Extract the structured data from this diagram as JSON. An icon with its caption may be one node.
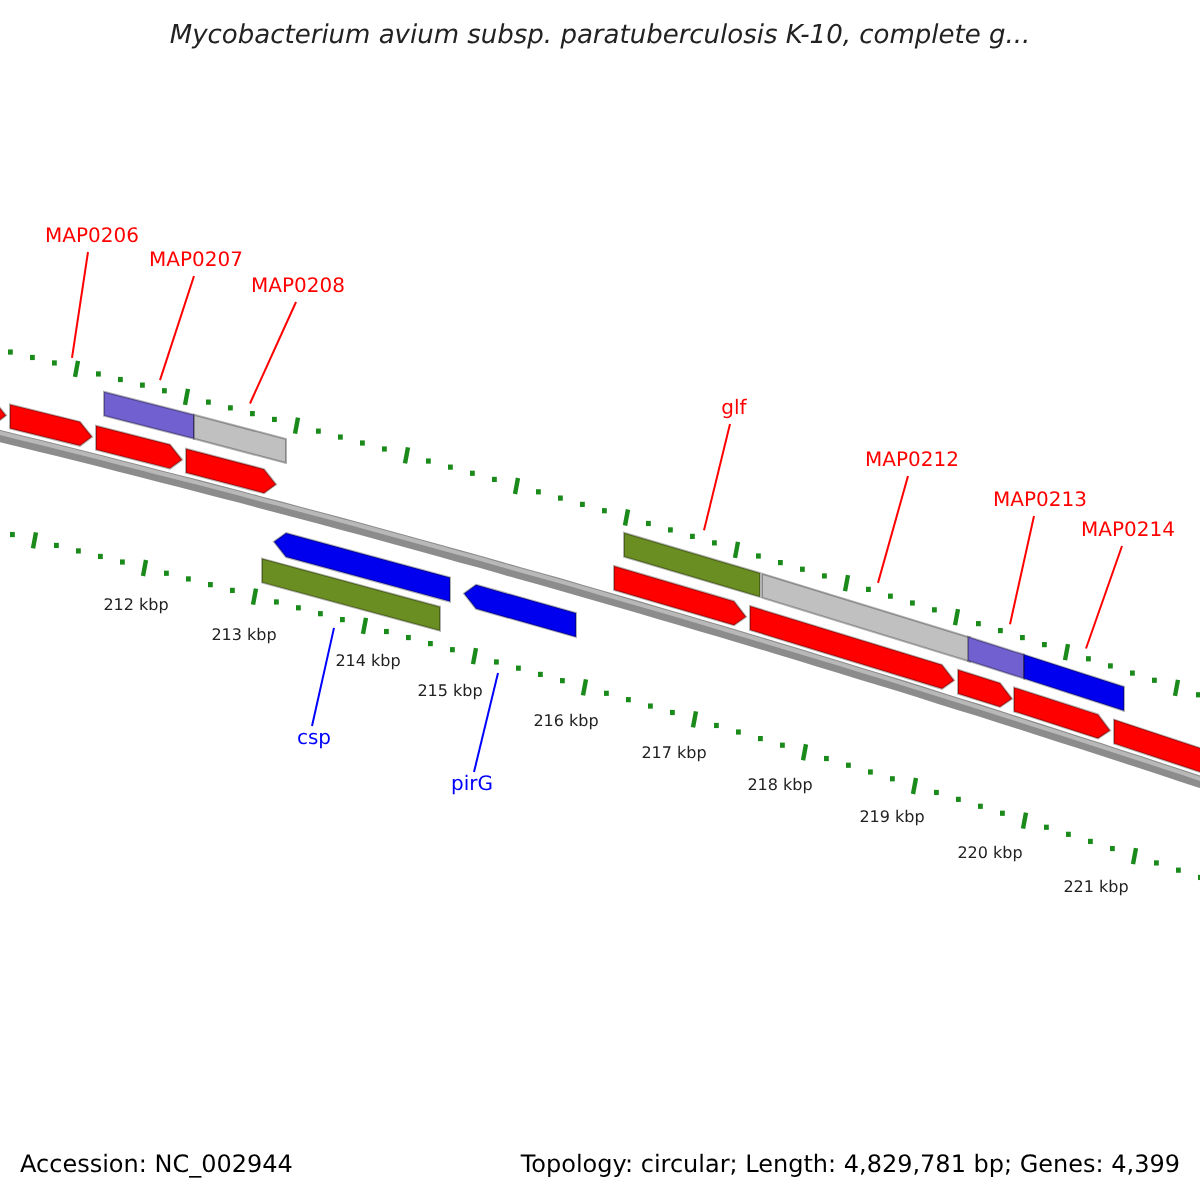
{
  "diagram": {
    "title": "Mycobacterium avium subsp. paratuberculosis K-10, complete g...",
    "nodes": [
      {
        "text": [
          "MAP0206"
        ]
      },
      {
        "text": [
          "MAP0207"
        ]
      },
      {
        "text": [
          "MAP0208"
        ]
      },
      {
        "text": [
          "glf"
        ]
      },
      {
        "text": [
          "MAP0212"
        ]
      },
      {
        "text": [
          "MAP0213"
        ]
      },
      {
        "text": [
          "MAP0214"
        ]
      },
      {
        "text": [
          "csp"
        ]
      },
      {
        "text": [
          "pirG"
        ]
      }
    ],
    "edges": [
      {
        "from": 0,
        "to": null,
        "arrow": "none"
      },
      {
        "from": 1,
        "to": null,
        "arrow": "none"
      },
      {
        "from": 2,
        "to": null,
        "arrow": "none"
      },
      {
        "from": 3,
        "to": null,
        "arrow": "none"
      },
      {
        "from": 4,
        "to": null,
        "arrow": "none"
      },
      {
        "from": 5,
        "to": null,
        "arrow": "none"
      },
      {
        "from": 6,
        "to": null,
        "arrow": "none"
      },
      {
        "from": 7,
        "to": null,
        "arrow": "none",
        "color": "#0000ff"
      },
      {
        "from": 8,
        "to": null,
        "arrow": "none",
        "color": "#0000ff"
      }
    ],
    "labels": [
      "212 kbp",
      "213 kbp",
      "214 kbp",
      "215 kbp",
      "216 kbp",
      "217 kbp",
      "218 kbp",
      "219 kbp",
      "220 kbp",
      "221 kbp",
      "Accession: NC_002944",
      "Topology: circular; Length: 4,829,781 bp; Genes: 4,399"
    ]
  }
}
